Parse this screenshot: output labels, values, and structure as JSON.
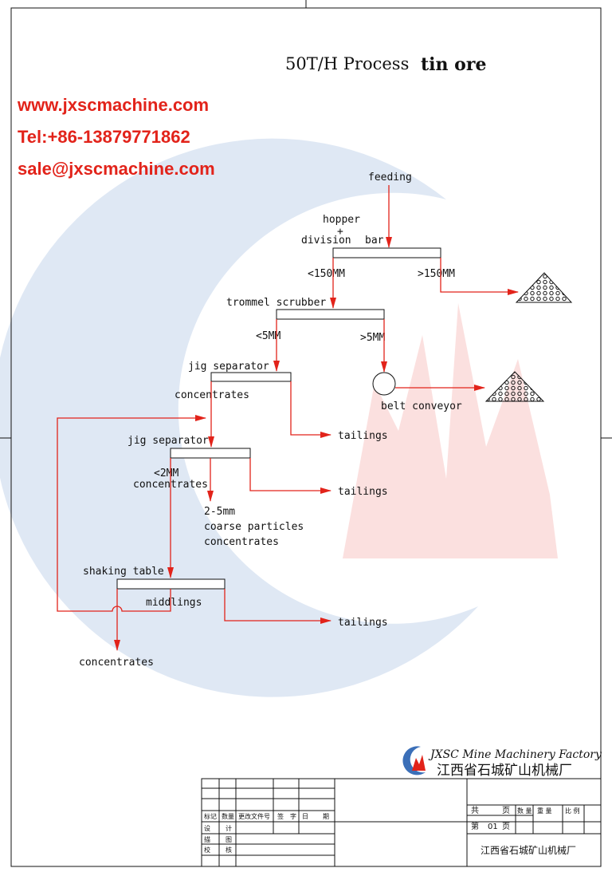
{
  "title": {
    "line1": "50T/H Process",
    "line2": "tin ore"
  },
  "contact": {
    "website": "www.jxscmachine.com",
    "phone": "Tel:+86-13879771862",
    "email": "sale@jxscmachine.com"
  },
  "flow": {
    "feeding": "feeding",
    "hopper": "hopper",
    "plus": "+",
    "division": "division",
    "bar": "bar",
    "lt150": "<150MM",
    "gt150": ">150MM",
    "trommel": "trommel scrubber",
    "lt5": "<5MM",
    "gt5": ">5MM",
    "jig1": "jig separator",
    "conc1": "concentrates",
    "belt": "belt conveyor",
    "tail1": "tailings",
    "jig2": "jig separator",
    "lt2": "<2MM",
    "conc2": "concentrates",
    "tail2": "tailings",
    "coarse1": "2-5mm",
    "coarse2": "coarse particles",
    "coarse3": "concentrates",
    "shaking": "shaking table",
    "middlings": "middlings",
    "tail3": "tailings",
    "conc_final": "concentrates"
  },
  "company": {
    "name_en": "JXSC Mine Machinery Factory",
    "name_cn": "江西省石城矿山机械厂"
  },
  "title_block": {
    "headers": [
      "标记",
      "数量",
      "更改文件号",
      "签",
      "字",
      "日",
      "期"
    ],
    "rows": [
      "设",
      "计",
      "描",
      "图",
      "校",
      "核"
    ],
    "gong": "共",
    "ye": "页",
    "shuliang": "数 量",
    "zhongliang": "重 量",
    "bili": "比 例",
    "di": "第",
    "page_no": "01",
    "ye2": "页",
    "factory": "江西省石城矿山机械厂"
  },
  "colors": {
    "accent_red": "#e2231a",
    "logo_blue": "#3b6fb8"
  }
}
